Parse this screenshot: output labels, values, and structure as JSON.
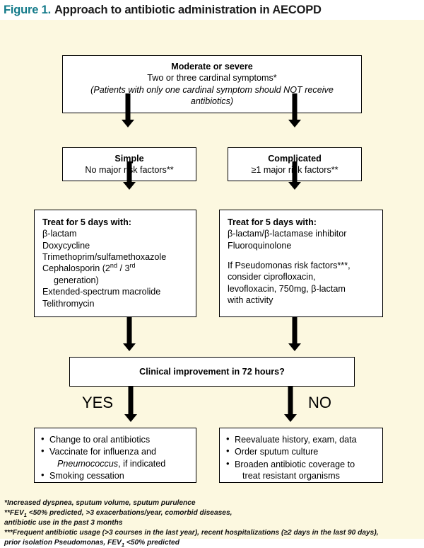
{
  "title": {
    "figure_label": "Figure 1.",
    "caption": "Approach to antibiotic administration in AECOPD",
    "accent_color": "#137a8a"
  },
  "colors": {
    "canvas_background": "#fcf8e0",
    "box_background": "#ffffff",
    "box_border": "#000000",
    "arrow": "#000000",
    "text": "#000000"
  },
  "chart_data": {
    "type": "flowchart",
    "title": "Approach to antibiotic administration in AECOPD",
    "nodes": [
      {
        "id": "moderate",
        "level": 0,
        "label": "Moderate or severe"
      },
      {
        "id": "simple",
        "level": 1,
        "label": "Simple"
      },
      {
        "id": "complicated",
        "level": 1,
        "label": "Complicated"
      },
      {
        "id": "treat_simple",
        "level": 2,
        "label": "Treat for 5 days with:"
      },
      {
        "id": "treat_complicated",
        "level": 2,
        "label": "Treat for 5 days with:"
      },
      {
        "id": "clinical",
        "level": 3,
        "label": "Clinical improvement in 72 hours?"
      },
      {
        "id": "yes_branch",
        "level": 4,
        "label": "YES"
      },
      {
        "id": "no_branch",
        "level": 4,
        "label": "NO"
      }
    ],
    "edges": [
      {
        "from": "moderate",
        "to": "simple",
        "label": ""
      },
      {
        "from": "moderate",
        "to": "complicated",
        "label": ""
      },
      {
        "from": "simple",
        "to": "treat_simple",
        "label": ""
      },
      {
        "from": "complicated",
        "to": "treat_complicated",
        "label": ""
      },
      {
        "from": "treat_simple",
        "to": "clinical",
        "label": ""
      },
      {
        "from": "treat_complicated",
        "to": "clinical",
        "label": ""
      },
      {
        "from": "clinical",
        "to": "yes_branch",
        "label": "YES"
      },
      {
        "from": "clinical",
        "to": "no_branch",
        "label": "NO"
      }
    ]
  },
  "boxes": {
    "moderate": {
      "heading": "Moderate or severe",
      "line2": "Two or three cardinal symptoms*",
      "line3": "(Patients with only one cardinal symptom should NOT receive",
      "line4": "antibiotics)"
    },
    "simple": {
      "heading": "Simple",
      "line2": "No major risk factors**"
    },
    "complicated": {
      "heading": "Complicated",
      "line2": "≥1 major risk factors**"
    },
    "treat_simple": {
      "heading": "Treat for 5 days with:",
      "items": [
        "β-lactam",
        "Doxycycline",
        "Trimethoprim/sulfamethoxazole",
        "Cephalosporin (2nd / 3rd",
        "generation)",
        "Extended-spectrum macrolide",
        "Telithromycin"
      ],
      "cephalosporin_base": "Cephalosporin (2",
      "cephalosporin_sup1": "nd",
      "cephalosporin_mid": " / 3",
      "cephalosporin_sup2": "rd",
      "cephalosporin_cont": "generation)"
    },
    "treat_complicated": {
      "heading": "Treat for 5 days with:",
      "items": [
        "β-lactam/β-lactamase inhibitor",
        "Fluoroquinolone"
      ],
      "pseudomonas": [
        "If Pseudomonas risk factors***,",
        "consider ciprofloxacin,",
        "levofloxacin, 750mg, β-lactam",
        "with activity"
      ]
    },
    "clinical": {
      "heading": "Clinical improvement in 72 hours?"
    },
    "yes_outcome": {
      "bullet1": "Change to oral antibiotics",
      "bullet2_a": "Vaccinate for influenza and",
      "bullet2_b_italic": "Pneumococcus",
      "bullet2_b_rest": ", if indicated",
      "bullet3": "Smoking cessation"
    },
    "no_outcome": {
      "bullet1": "Reevaluate history, exam, data",
      "bullet2": "Order sputum culture",
      "bullet3_a": "Broaden antibiotic coverage to",
      "bullet3_b": "treat resistant organisms"
    }
  },
  "decision_labels": {
    "yes": "YES",
    "no": "NO"
  },
  "footnotes": {
    "line1": "*Increased dyspnea, sputum volume, sputum purulence",
    "line2_a": "**FEV",
    "line2_sub": "1",
    "line2_b": " <50% predicted, >3 exacerbations/year, comorbid diseases,",
    "line3": "antibiotic use in the past 3 months",
    "line4": "***Frequent antibiotic usage (>3 courses in the last year), recent hospitalizations (≥2 days in the last 90 days),",
    "line5_a": "prior isolation Pseudomonas, FEV",
    "line5_sub": "1",
    "line5_b": " <50% predicted"
  }
}
